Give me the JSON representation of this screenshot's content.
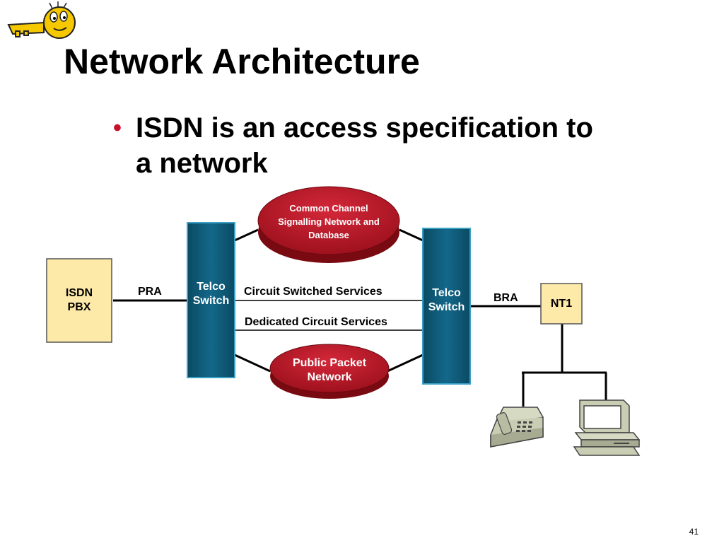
{
  "slide": {
    "title": "Network Architecture",
    "bullet": "ISDN is an access specification to a network",
    "page_number": "41"
  },
  "diagram": {
    "isdn_pbx": [
      "ISDN",
      "PBX"
    ],
    "telco_switch_left": [
      "Telco",
      "Switch"
    ],
    "telco_switch_right": [
      "Telco",
      "Switch"
    ],
    "common_channel": [
      "Common Channel",
      "Signalling Network and",
      "Database"
    ],
    "public_packet": [
      "Public Packet",
      "Network"
    ],
    "pra_label": "PRA",
    "bra_label": "BRA",
    "nt1_label": "NT1",
    "circuit_switched": "Circuit Switched Services",
    "dedicated_circuit": "Dedicated Circuit Services"
  },
  "colors": {
    "switch_fill": "#0f5a76",
    "switch_border": "#3aa0c4",
    "cloud_fill": "#b3121f",
    "tan_box": "#fde9a8",
    "bullet_accent": "#c8102e"
  },
  "icons": [
    "key-mascot-icon",
    "telephone-icon",
    "computer-icon"
  ]
}
